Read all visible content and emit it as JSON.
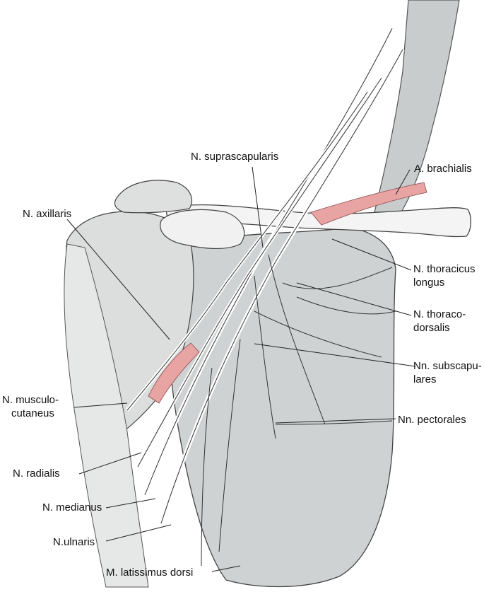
{
  "labels": {
    "suprascapularis": "N. suprascapularis",
    "brachialis": "A. brachialis",
    "axillaris": "N. axillaris",
    "thoracicus_1": "N. thoracicus",
    "thoracicus_2": "longus",
    "thoracodorsalis_1": "N. thoraco-",
    "thoracodorsalis_2": "dorsalis",
    "subscapulares_1": "Nn. subscapu-",
    "subscapulares_2": "lares",
    "musculocutaneus_1": "N. musculo-",
    "musculocutaneus_2": "cutaneus",
    "pectorales": "Nn. pectorales",
    "radialis": "N. radialis",
    "medianus": "N. medianus",
    "ulnaris": "N.ulnaris",
    "latissimus": "M. latissimus dorsi"
  },
  "colors": {
    "artery": "#e8a3a3",
    "muscle": "#cfd2d2",
    "nerve": "#ffffff",
    "outline": "#3a3a3a"
  }
}
